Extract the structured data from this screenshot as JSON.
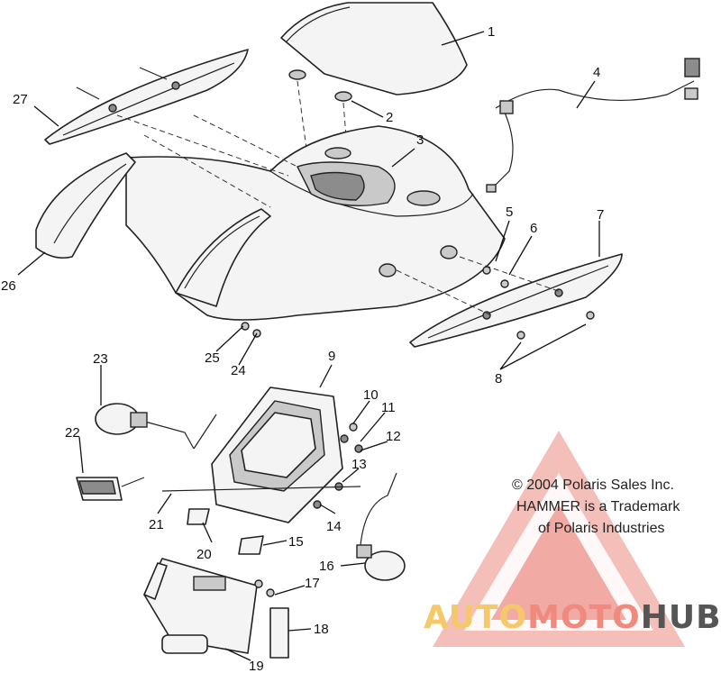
{
  "callouts": [
    "1",
    "2",
    "3",
    "4",
    "5",
    "6",
    "7",
    "8",
    "9",
    "10",
    "11",
    "12",
    "13",
    "14",
    "15",
    "16",
    "17",
    "18",
    "19",
    "20",
    "21",
    "22",
    "23",
    "24",
    "25",
    "26",
    "27"
  ],
  "copyright": {
    "line1": "© 2004 Polaris Sales Inc.",
    "line2": "HAMMER is a Trademark",
    "line3": "of Polaris Industries"
  },
  "watermark": {
    "part1": "AUTO",
    "part2": "MOTO",
    "part3": "HUB",
    "colors": {
      "auto": "#f5c869",
      "moto": "#f08a7e",
      "hub": "#555555",
      "triangle": "#e04a3f"
    }
  }
}
